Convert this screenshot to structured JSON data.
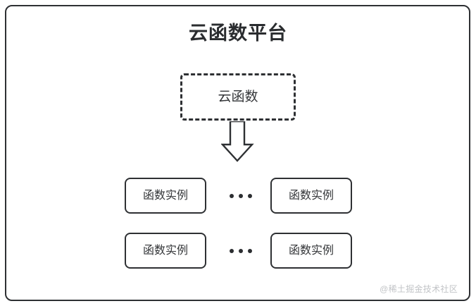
{
  "diagram": {
    "title": "云函数平台",
    "cloud_function": {
      "label": "云函数",
      "border_style": "dashed"
    },
    "arrow": {
      "name": "down-block-arrow",
      "direction": "down"
    },
    "instance_rows": [
      {
        "left_instance": "函数实例",
        "ellipsis": "•••",
        "right_instance": "函数实例"
      },
      {
        "left_instance": "函数实例",
        "ellipsis": "•••",
        "right_instance": "函数实例"
      }
    ],
    "watermark": "@稀土掘金技术社区",
    "colors": {
      "stroke": "#2e3033",
      "text": "#333538",
      "title": "#2a2c2f",
      "background": "#ffffff",
      "watermark": "#c2c4c7"
    }
  }
}
